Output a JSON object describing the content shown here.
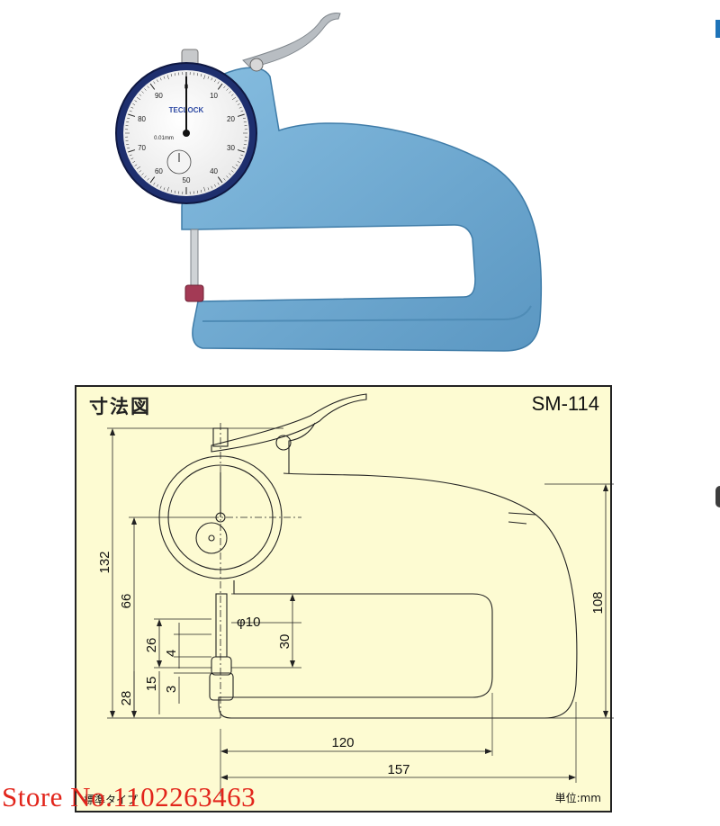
{
  "photo": {
    "brand": "TECLOCK",
    "dial_numbers": [
      "0",
      "10",
      "20",
      "30",
      "40",
      "50",
      "60",
      "70",
      "80",
      "90"
    ],
    "resolution_text": "0.01mm",
    "colors": {
      "frame": "#6fa9cf",
      "bezel": "#1e2f6e",
      "pad": "#a33a55"
    }
  },
  "drawing": {
    "title": "寸法図",
    "model": "SM-114",
    "type_label": "標準タイプ",
    "unit_label": "単位:mm",
    "dimensions": {
      "d132": "132",
      "d66": "66",
      "d26": "26",
      "d4": "4",
      "d15": "15",
      "d3": "3",
      "d28": "28",
      "d30": "30",
      "d108": "108",
      "d120": "120",
      "d157": "157",
      "phi10": "φ10"
    },
    "colors": {
      "panel": "#fdfbd2",
      "line": "#222222"
    }
  },
  "watermark": "Store No.1102263463"
}
